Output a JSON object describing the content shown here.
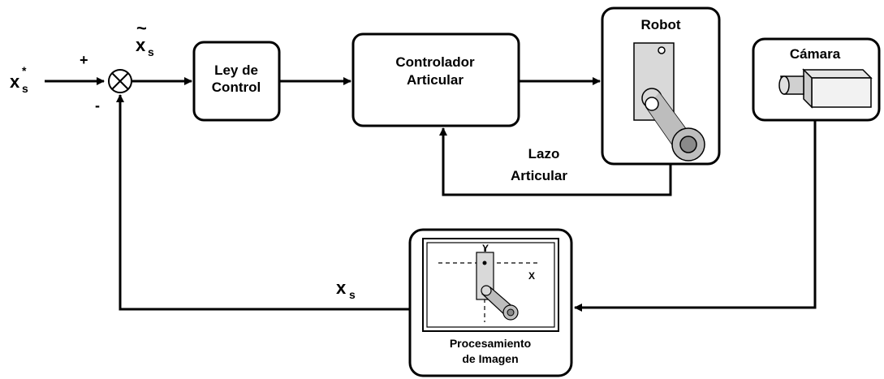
{
  "blocks": {
    "control_law": [
      "Ley de",
      "Control"
    ],
    "joint_controller": [
      "Controlador",
      "Articular"
    ],
    "robot": "Robot",
    "camera": "Cámara",
    "image_processing": [
      "Procesamiento",
      "de Imagen"
    ]
  },
  "signals": {
    "reference": {
      "base": "x",
      "sub": "s",
      "sup": "*"
    },
    "error": {
      "tilde": "~",
      "base": "x",
      "sub": "s"
    },
    "feedback": {
      "base": "x",
      "sub": "s"
    }
  },
  "summing_junction": {
    "plus": "+",
    "minus": "-"
  },
  "loops": {
    "joint_loop": [
      "Lazo",
      "Articular"
    ]
  },
  "image_axes": {
    "x": "X",
    "y": "Y"
  },
  "colors": {
    "line": "#000000",
    "link_fill": "#d9d9d9",
    "link_dark": "#a0a0a0",
    "joint_fill": "#8a8a8a"
  }
}
